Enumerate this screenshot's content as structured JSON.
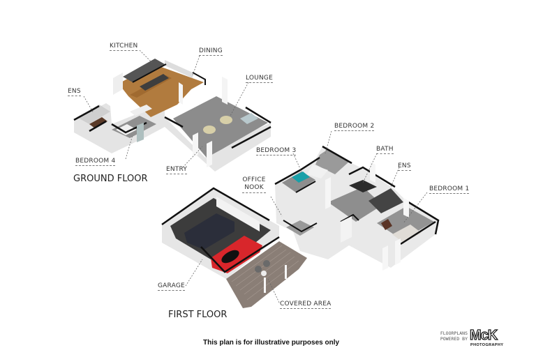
{
  "ground_floor": {
    "title": "GROUND FLOOR",
    "rooms": [
      {
        "name": "KITCHEN"
      },
      {
        "name": "DINING"
      },
      {
        "name": "LOUNGE"
      },
      {
        "name": "ENS"
      },
      {
        "name": "BEDROOM 4"
      },
      {
        "name": "ENTRY"
      }
    ]
  },
  "first_floor": {
    "title": "FIRST FLOOR",
    "rooms": [
      {
        "name": "BEDROOM 2"
      },
      {
        "name": "BEDROOM 3"
      },
      {
        "name": "BATH"
      },
      {
        "name": "ENS"
      },
      {
        "name": "OFFICE NOOK"
      },
      {
        "name": "BEDROOM 1"
      },
      {
        "name": "GARAGE"
      },
      {
        "name": "COVERED AREA"
      }
    ]
  },
  "footer": {
    "disclaimer": "This plan is for illustrative purposes only",
    "brand_prefix_line1": "FLOORPLANS",
    "brand_prefix_line2": "POWERED BY",
    "brand_logo": "McK",
    "brand_sub": "PHOTOGRAPHY"
  },
  "colors": {
    "wall_top": "#111111",
    "wall_side": "#e8e8e8",
    "floor_carpet": "#8f8f8f",
    "floor_wood": "#b07a3c",
    "car_red": "#d8262b",
    "car_dark": "#2b2e3a",
    "deck": "#8a7e76"
  }
}
